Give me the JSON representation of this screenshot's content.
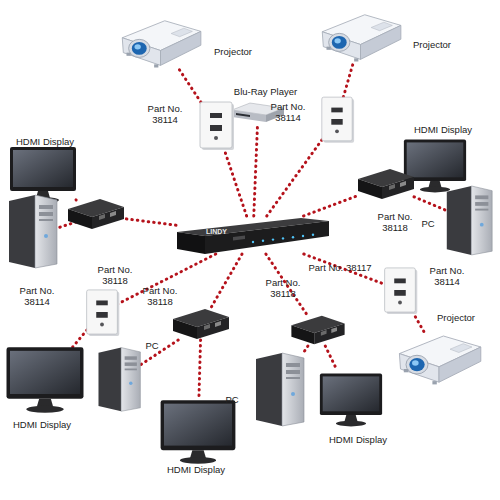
{
  "diagram": {
    "nodes": [
      {
        "text": [
          "Projector"
        ]
      },
      {
        "text": [
          "Projector"
        ]
      },
      {
        "text": [
          "Blu-Ray Player"
        ]
      },
      {
        "text": [
          "Part No. 38114"
        ]
      },
      {
        "text": [
          "Part No. 38114"
        ]
      },
      {
        "text": [
          "HDMI Display"
        ]
      },
      {
        "text": [
          "HDMI Display"
        ]
      },
      {
        "text": [
          "Part No. 38118"
        ]
      },
      {
        "text": [
          "PC"
        ]
      },
      {
        "text": [
          "Part No. 38118"
        ]
      },
      {
        "text": [
          "Part No. 38117"
        ]
      },
      {
        "text": [
          "Part No. 38114"
        ]
      },
      {
        "text": [
          "Part No. 38114"
        ]
      },
      {
        "text": [
          "Part No. 38118"
        ]
      },
      {
        "text": [
          "Part No. 38118"
        ]
      },
      {
        "text": [
          "Projector"
        ]
      },
      {
        "text": [
          "PC"
        ]
      },
      {
        "text": [
          "PC"
        ]
      },
      {
        "text": [
          "HDMI Display"
        ]
      },
      {
        "text": [
          "HDMI Display"
        ]
      },
      {
        "text": [
          "HDMI Display"
        ]
      }
    ],
    "edges": [
      {
        "from": 10,
        "to": 2,
        "arrow": "none"
      },
      {
        "from": 10,
        "to": 3,
        "arrow": "none"
      },
      {
        "from": 10,
        "to": 4,
        "arrow": "none"
      },
      {
        "from": 10,
        "to": 9,
        "arrow": "none"
      },
      {
        "from": 10,
        "to": 7,
        "arrow": "none"
      },
      {
        "from": 10,
        "to": 12,
        "arrow": "none"
      },
      {
        "from": 10,
        "to": 13,
        "arrow": "none"
      },
      {
        "from": 10,
        "to": 14,
        "arrow": "none"
      },
      {
        "from": 10,
        "to": 11,
        "arrow": "none"
      },
      {
        "from": 3,
        "to": 0,
        "arrow": "none"
      },
      {
        "from": 4,
        "to": 1,
        "arrow": "none"
      },
      {
        "from": 9,
        "to": 6,
        "arrow": "none"
      },
      {
        "from": 12,
        "to": 18,
        "arrow": "none"
      },
      {
        "from": 13,
        "to": 16,
        "arrow": "none"
      },
      {
        "from": 13,
        "to": 20,
        "arrow": "none"
      },
      {
        "from": 14,
        "to": 17,
        "arrow": "none"
      },
      {
        "from": 14,
        "to": 19,
        "arrow": "none"
      },
      {
        "from": 7,
        "to": 5,
        "arrow": "none"
      },
      {
        "from": 7,
        "to": 8,
        "arrow": "none"
      },
      {
        "from": 11,
        "to": 15,
        "arrow": "none"
      }
    ],
    "labels": [
      "LINDY"
    ]
  }
}
